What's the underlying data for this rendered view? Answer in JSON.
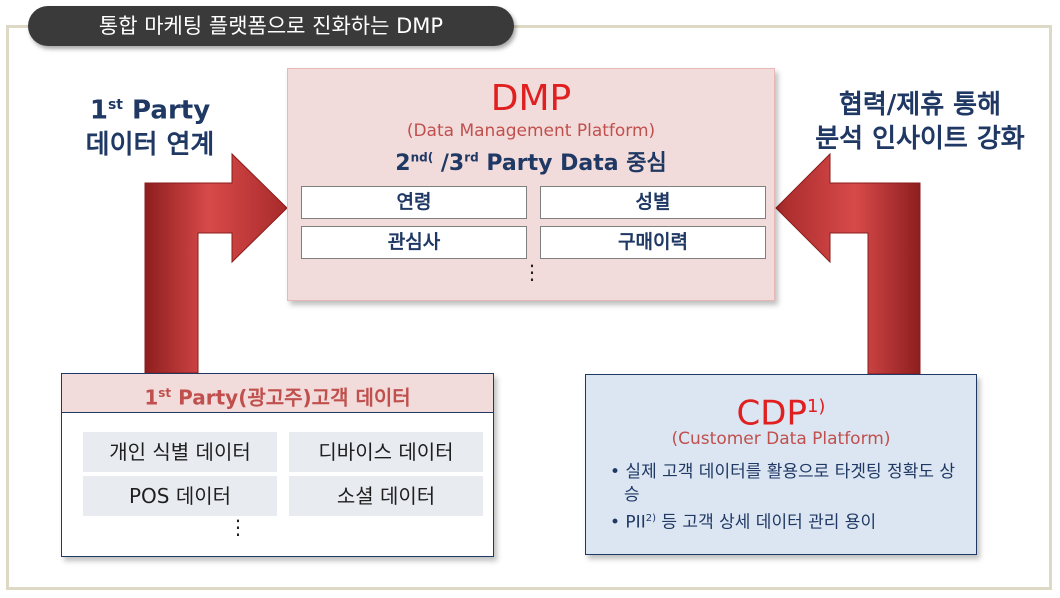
{
  "title": "통합 마케팅 플랫폼으로 진화하는 DMP",
  "left_label": {
    "line1_pre": "1",
    "line1_sup": "st",
    "line1_post": " Party",
    "line2": "데이터 연계"
  },
  "right_label": {
    "line1": "협력/제휴 통해",
    "line2": "분석 인사이트 강화"
  },
  "dmp": {
    "title": "DMP",
    "subtitle": "(Data Management Platform)",
    "focus_pre": "2",
    "focus_sup1": "nd(",
    "focus_mid": " /3",
    "focus_sup2": "rd",
    "focus_post": " Party Data  중심",
    "cells": [
      "연령",
      "성별",
      "관심사",
      "구매이력"
    ],
    "more": "⋮"
  },
  "first_party": {
    "header_pre": "1",
    "header_sup": "st",
    "header_post": " Party(광고주)고객 데이터",
    "cells": [
      "개인 식별 데이터",
      "디바이스 데이터",
      "POS 데이터",
      "소셜 데이터"
    ],
    "more": "⋮"
  },
  "cdp": {
    "title": "CDP",
    "title_sup": "1)",
    "subtitle": "(Customer Data Platform)",
    "bullet1": "• 실제 고객 데이터를 활용으로 타겟팅 정확도 상승",
    "bullet2_pre": "• PII",
    "bullet2_sup": "2)",
    "bullet2_post": " 등 고객 상세 데이터 관리 용이"
  },
  "colors": {
    "arrow": "#c0393a",
    "accent_red": "#e02020",
    "navy": "#1f3864"
  }
}
